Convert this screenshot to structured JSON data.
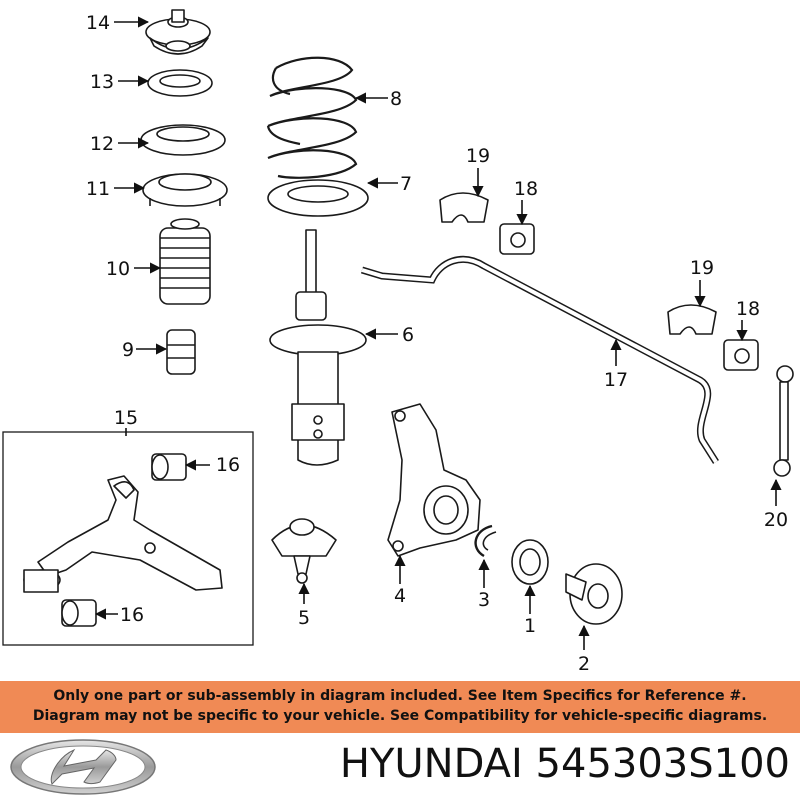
{
  "callouts": {
    "c1": "1",
    "c2": "2",
    "c3": "3",
    "c4": "4",
    "c5": "5",
    "c6": "6",
    "c7": "7",
    "c8": "8",
    "c9": "9",
    "c10": "10",
    "c11": "11",
    "c12": "12",
    "c13": "13",
    "c14": "14",
    "c15": "15",
    "c16a": "16",
    "c16b": "16",
    "c17": "17",
    "c18a": "18",
    "c18b": "18",
    "c19a": "19",
    "c19b": "19",
    "c20": "20"
  },
  "banner": {
    "line1": "Only one part or sub-assembly in diagram included. See Item Specifics for Reference #.",
    "line2": "Diagram may not be specific to your vehicle. See Compatibility for vehicle-specific diagrams.",
    "color": "#f08a55"
  },
  "brand": {
    "title": "HYUNDAI 545303S100",
    "logo_icon": "hyundai-logo-icon"
  }
}
